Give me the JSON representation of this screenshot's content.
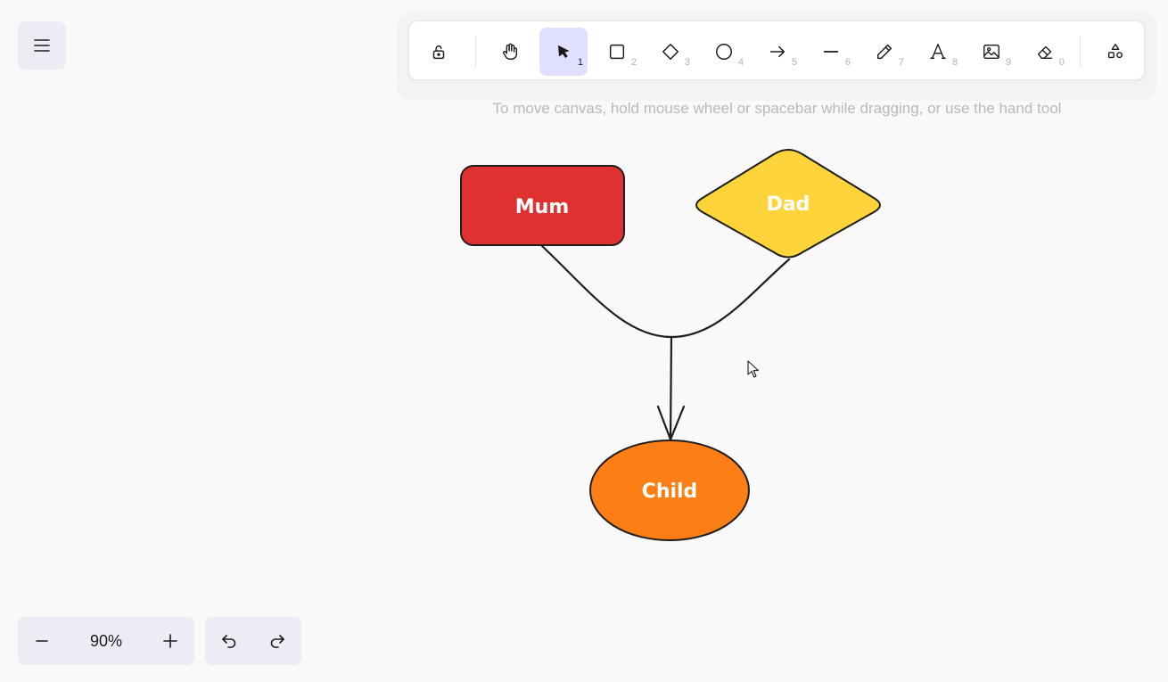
{
  "menu": {
    "icon": "hamburger-menu-icon"
  },
  "toolbar": {
    "tools": [
      {
        "name": "lock",
        "icon": "lock-open-icon",
        "key": ""
      },
      {
        "name": "hand",
        "icon": "hand-icon",
        "key": ""
      },
      {
        "name": "selection",
        "icon": "pointer-icon",
        "key": "1",
        "active": true
      },
      {
        "name": "rectangle",
        "icon": "square-icon",
        "key": "2"
      },
      {
        "name": "diamond",
        "icon": "diamond-icon",
        "key": "3"
      },
      {
        "name": "ellipse",
        "icon": "circle-icon",
        "key": "4"
      },
      {
        "name": "arrow",
        "icon": "arrow-right-icon",
        "key": "5"
      },
      {
        "name": "line",
        "icon": "line-icon",
        "key": "6"
      },
      {
        "name": "draw",
        "icon": "pencil-icon",
        "key": "7"
      },
      {
        "name": "text",
        "icon": "text-icon",
        "key": "8"
      },
      {
        "name": "image",
        "icon": "image-icon",
        "key": "9"
      },
      {
        "name": "eraser",
        "icon": "eraser-icon",
        "key": "0"
      },
      {
        "name": "more-shapes",
        "icon": "shapes-icon",
        "key": ""
      }
    ],
    "active_color": "#e0dfff"
  },
  "hint": "To move canvas, hold mouse wheel or spacebar while dragging, or use the hand tool",
  "canvas": {
    "mum": {
      "label": "Mum",
      "color": "#e03131"
    },
    "dad": {
      "label": "Dad",
      "color": "#ffd43b"
    },
    "child": {
      "label": "Child",
      "color": "#fd7e14"
    }
  },
  "zoom": {
    "level": "90%"
  },
  "history": {
    "undo_icon": "undo-icon",
    "redo_icon": "redo-icon"
  }
}
